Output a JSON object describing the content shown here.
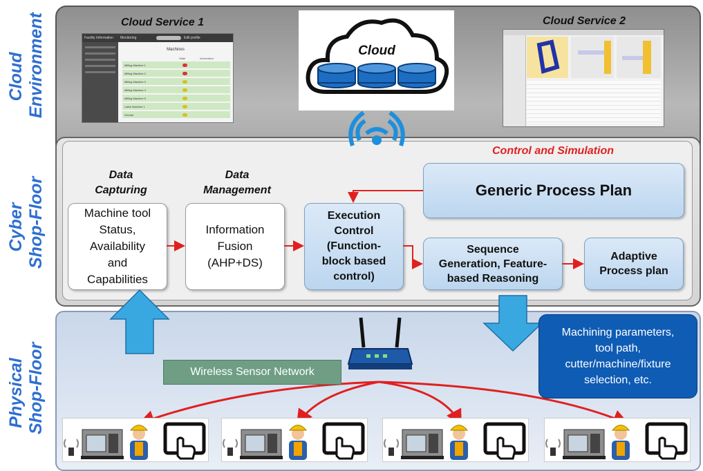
{
  "layers": {
    "cloud": "Cloud\nEnvironment",
    "cyber": "Cyber\nShop-Floor",
    "physical": "Physical\nShop-Floor"
  },
  "cloud": {
    "service1_title": "Cloud Service 1",
    "service2_title": "Cloud Service 2",
    "cloud_label": "Cloud",
    "screen1": {
      "nav": [
        "Facility Information",
        "Monitoring",
        "Edit profile"
      ],
      "heading": "Machines",
      "columns": [
        "",
        "State",
        "Information"
      ],
      "rows": [
        "Milling Machine 1",
        "Milling Machine 2",
        "Milling Machine 3",
        "Milling Machine 4",
        "Milling Machine 5",
        "Lathe Machine 1",
        "Grinder"
      ],
      "status_colors": [
        "#e03030",
        "#e03030",
        "#d8c020",
        "#d8c020",
        "#d8c020",
        "#d8c020",
        "#d8c020"
      ]
    }
  },
  "cyber": {
    "control_sim_title": "Control and Simulation",
    "data_capturing_title": "Data\nCapturing",
    "data_management_title": "Data\nManagement",
    "machine_tool_box": "Machine tool\nStatus,\nAvailability\nand\nCapabilities",
    "info_fusion_box": "Information\nFusion\n(AHP+DS)",
    "exec_control_box": "Execution\nControl\n(Function-\nblock based\ncontrol)",
    "generic_plan_box": "Generic Process Plan",
    "sequence_box": "Sequence\nGeneration, Feature-\nbased Reasoning",
    "adaptive_box": "Adaptive\nProcess plan"
  },
  "physical": {
    "wsn_label": "Wireless Sensor Network",
    "machining_box": "Machining parameters,\ntool path,\ncutter/machine/fixture\nselection, etc."
  },
  "colors": {
    "label_blue": "#2f6fd0",
    "arrow_red": "#e02020",
    "dark_blue_box": "#0f5cb5",
    "wsn_green": "#6f9e84",
    "cyan_arrow": "#3aa8e0"
  }
}
